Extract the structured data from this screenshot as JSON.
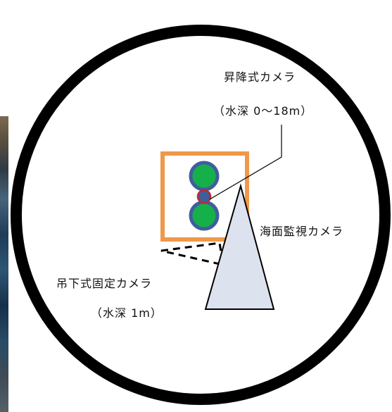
{
  "labels": {
    "lift_camera_title": "昇降式カメラ",
    "lift_camera_depth": "（水深 0〜18m）",
    "sea_camera_title": "海面監視カメラ",
    "hanging_camera_title": "吊下式固定カメラ",
    "hanging_camera_depth": "（水深 1m）"
  },
  "colors": {
    "ring": "#000000",
    "platform_border": "#f0984a",
    "buoy_fill": "#16b04a",
    "buoy_border": "#3f5e9c",
    "lift_marker": "#c0282e",
    "cone_fill": "#dce3ef",
    "cone_border": "#000000"
  }
}
